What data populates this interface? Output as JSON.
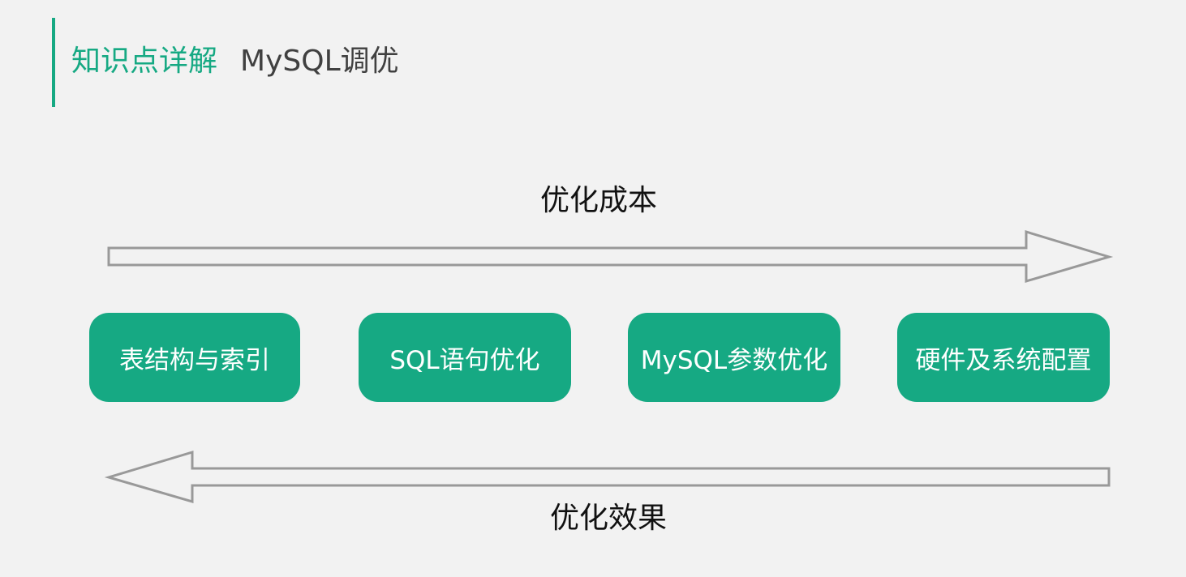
{
  "header": {
    "prefix": "知识点详解",
    "title": "MySQL调优"
  },
  "diagram": {
    "top_arrow": {
      "label": "优化成本",
      "direction": "right"
    },
    "bottom_arrow": {
      "label": "优化效果",
      "direction": "left"
    },
    "steps": [
      {
        "label": "表结构与索引"
      },
      {
        "label": "SQL语句优化"
      },
      {
        "label": "MySQL参数优化"
      },
      {
        "label": "硬件及系统配置"
      }
    ]
  },
  "colors": {
    "accent": "#16a983",
    "title_text": "#404040",
    "background": "#f2f2f2",
    "arrow_stroke": "#999999",
    "box_text": "#ffffff"
  }
}
